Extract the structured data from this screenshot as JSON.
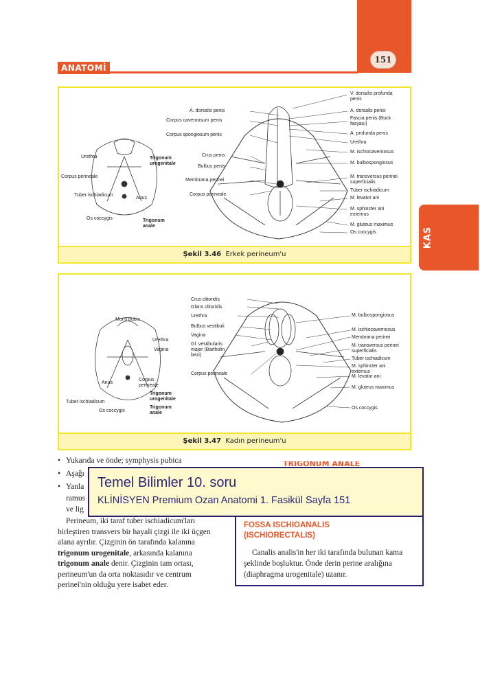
{
  "header": {
    "section_label": "ANATOMİ",
    "page_number": "151",
    "side_tab": "KAS"
  },
  "figure1": {
    "caption_num": "Şekil 3.46",
    "caption_text": "Erkek perineum'u",
    "left_labels": [
      "Urethra",
      "Trigonum urogenitale",
      "Corpus perineale",
      "Tuber ischiadicum",
      "Anus",
      "Os coccygis",
      "Trigonum anale"
    ],
    "mid_labels": [
      "A. dorsalis penis",
      "Corpus cavernosum penis",
      "Corpus spongiosum penis",
      "Crus penis",
      "Bulbus penis",
      "Membrana perinei",
      "Corpus perineale"
    ],
    "right_labels": [
      "V. dorsalis profunda penis",
      "A. dorsalis penis",
      "Fascia penis (Buck fasyası)",
      "A. profunda penis",
      "Urethra",
      "M. ischiocavernosus",
      "M. bulbospongiosus",
      "M. transversus perinei superficialis",
      "Tuber ischiadicum",
      "M. levator ani",
      "M. sphincter ani externus",
      "M. gluteus maximus",
      "Os coccygis"
    ]
  },
  "figure2": {
    "caption_num": "Şekil 3.47",
    "caption_text": "Kadın perineum'u",
    "left_labels": [
      "Mons pubis",
      "Urethra",
      "Vagina",
      "Anus",
      "Corpus perineale",
      "Trigonum urogenitale",
      "Tuber ischiadicum",
      "Os coccygis",
      "Trigonum anale"
    ],
    "mid_labels": [
      "Crus clitoridis",
      "Glans clitoridis",
      "Urethra",
      "Bulbus vestibuli",
      "Vagina",
      "Gl. vestibularis major (Bartholin bezi)",
      "Corpus perineale"
    ],
    "right_labels": [
      "M. bulbospongiosus",
      "M. ischiocavernosus",
      "Membrana perinei",
      "M. transversus perinei superficialis",
      "Tuber ischiadicum",
      "M. sphincter ani externus",
      "M. levator ani",
      "M. gluteus maximus",
      "Os coccygis"
    ]
  },
  "bullets": [
    "Yukarıda ve önde; symphysis pubica",
    "Aşağı",
    "Yanla"
  ],
  "partial_lines": [
    "ramus",
    "ve lig"
  ],
  "orange_heading_partial": "TRIGONUM ANALE",
  "paragraph": {
    "lines": [
      "Perineum, iki taraf tuber ischiadicum'ları",
      "birleştiren transvers bir hayali çizgi ile iki üçgen",
      "alana ayrılır. Çizginin ön tarafında kalanına",
      "trigonum urogenitale, arkasında kalanına",
      "trigonum anale denir. Çizginin tam ortası,",
      "perineum'un da orta noktasıdır ve centrum",
      "perinei'nin olduğu yere isabet eder."
    ],
    "bold_terms": [
      "trigonum urogenitale",
      "trigonum anale"
    ]
  },
  "fossa": {
    "title_line1": "FOSSA ISCHIOANALIS",
    "title_line2": "(ISCHIORECTALIS)",
    "text": "Canalis analis'in her iki tarafında bulunan kama şeklinde boşluktur. Önde derin perine aralığına (diaphragma urogenitale) uzanır."
  },
  "overlay": {
    "title": "Temel Bilimler 10. soru",
    "subtitle": "KLİNİSYEN Premium Ozan Anatomi 1. Fasikül Sayfa 151"
  },
  "colors": {
    "accent_orange": "#e8572a",
    "figure_border": "#f2e62a",
    "overlay_border": "#26206b",
    "overlay_bg": "#fffacd"
  }
}
